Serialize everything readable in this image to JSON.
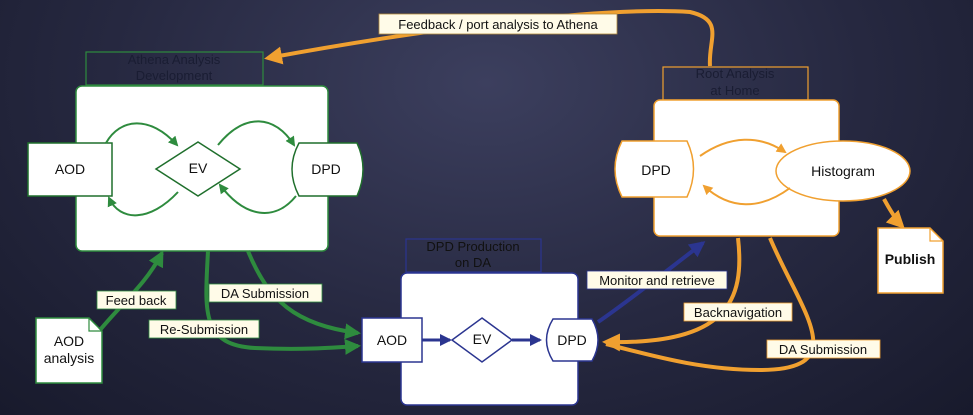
{
  "colors": {
    "green": "#2e8b3e",
    "dark_green": "#1f6f2c",
    "orange": "#f0a030",
    "navy": "#2b3590",
    "label_bg": "#fffbe8"
  },
  "athena": {
    "title_line1": "Athena Analysis",
    "title_line2": "Development",
    "aod": "AOD",
    "ev": "EV",
    "dpd": "DPD"
  },
  "root": {
    "title_line1": "Root Analysis",
    "title_line2": "at Home",
    "dpd": "DPD",
    "histogram": "Histogram"
  },
  "publish": "Publish",
  "production": {
    "title_line1": "DPD Production",
    "title_line2": "on DA",
    "aod": "AOD",
    "ev": "EV",
    "dpd": "DPD"
  },
  "aod_analysis": {
    "line1": "AOD",
    "line2": "analysis"
  },
  "labels": {
    "feedback_port": "Feedback / port analysis to Athena",
    "feed_back": "Feed back",
    "da_submission_green": "DA Submission",
    "resubmission": "Re-Submission",
    "monitor_retrieve": "Monitor and retrieve",
    "backnavigation": "Backnavigation",
    "da_submission_orange": "DA Submission"
  }
}
